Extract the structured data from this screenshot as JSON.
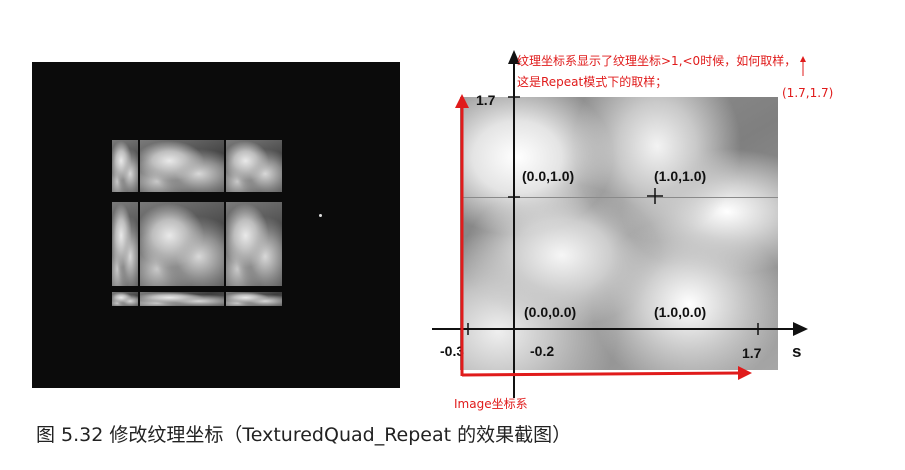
{
  "figure": {
    "caption": "图 5.32  修改纹理坐标（TexturedQuad_Repeat 的效果截图）"
  },
  "diagram": {
    "tick_labels": {
      "y_top": "1.7",
      "x_left": "-0.3",
      "x_mid": "-0.2",
      "x_right": "1.7",
      "axis_s": "s"
    },
    "coord_labels": {
      "top_left": "(0.0,1.0)",
      "top_right": "(1.0,1.0)",
      "bottom_left": "(0.0,0.0)",
      "bottom_right": "(1.0,0.0)"
    }
  },
  "annotations": {
    "note_line1": "纹理坐标系显示了纹理坐标>1,<0时候，如何取样，",
    "note_line2": "这是Repeat模式下的取样；",
    "corner_point": "(1.7,1.7)",
    "image_coord_label": "Image坐标系",
    "color": "#e01b1b"
  }
}
